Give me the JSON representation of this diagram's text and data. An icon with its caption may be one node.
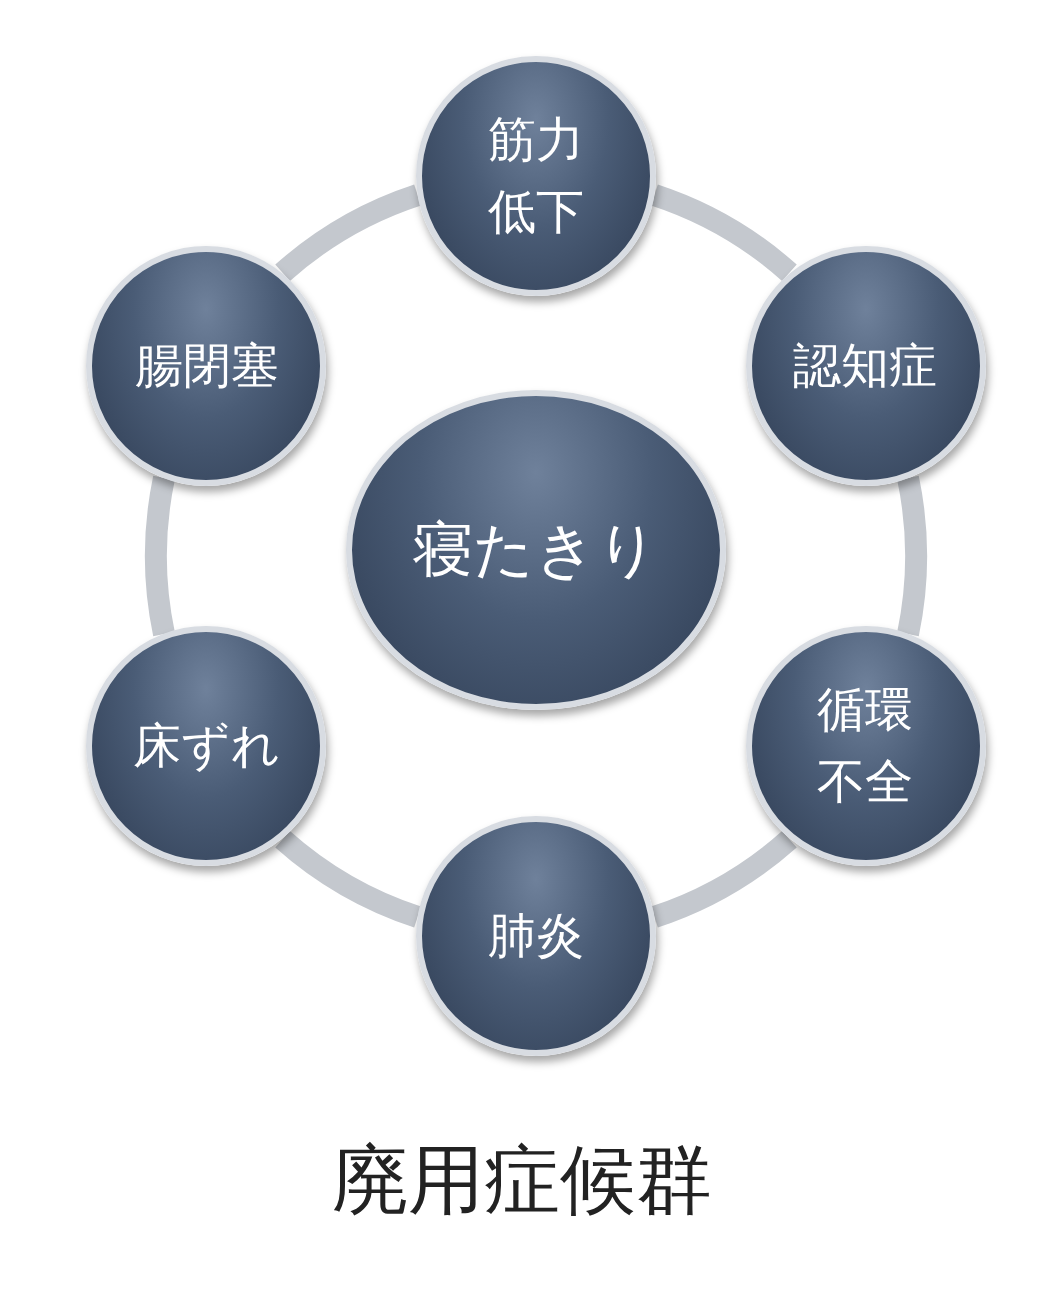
{
  "diagram": {
    "caption": "廃用症候群",
    "nodes": [
      {
        "text": [
          "筋力低下"
        ]
      },
      {
        "text": [
          "腸閉塞"
        ]
      },
      {
        "text": [
          "認知症"
        ]
      },
      {
        "text": [
          "寝たきり"
        ]
      },
      {
        "text": [
          "循環不全"
        ]
      },
      {
        "text": [
          "床ずれ"
        ]
      },
      {
        "text": [
          "肺炎"
        ]
      }
    ],
    "edges": [
      {
        "from": 0,
        "to": 2,
        "arrow": "none"
      },
      {
        "from": 2,
        "to": 4,
        "arrow": "none"
      },
      {
        "from": 4,
        "to": 6,
        "arrow": "none"
      },
      {
        "from": 6,
        "to": 5,
        "arrow": "none"
      },
      {
        "from": 5,
        "to": 1,
        "arrow": "none"
      },
      {
        "from": 1,
        "to": 0,
        "arrow": "none"
      }
    ]
  }
}
